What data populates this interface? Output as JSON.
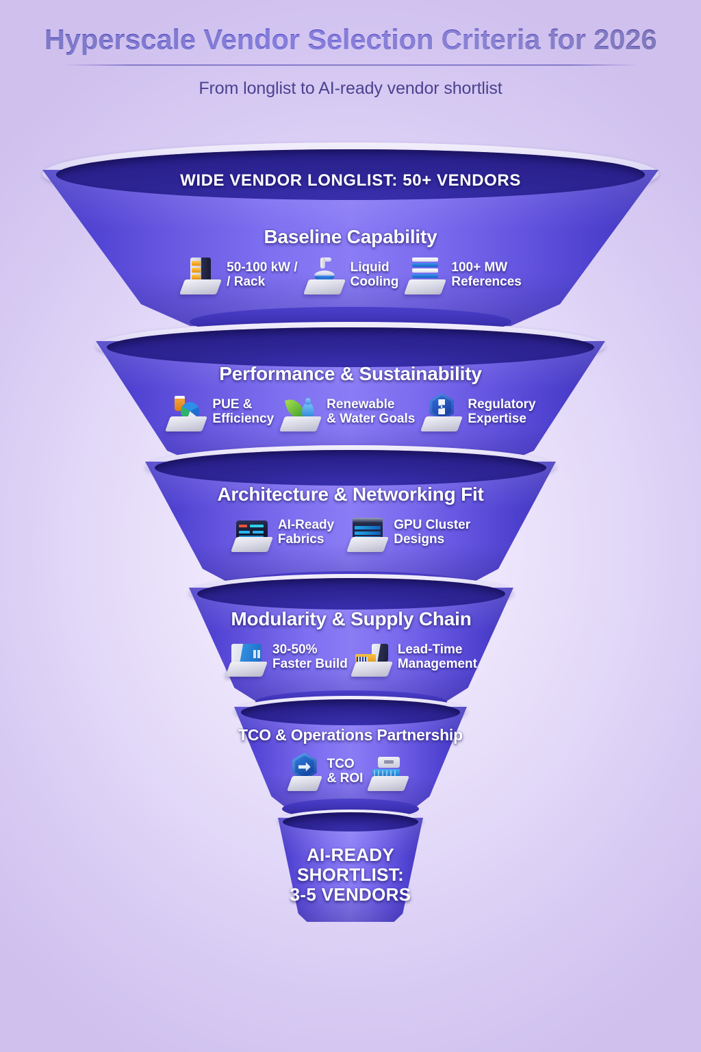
{
  "header": {
    "title": "Hyperscale Vendor Selection Criteria for 2026",
    "subtitle": "From longlist to AI-ready vendor shortlist"
  },
  "chart_data": {
    "type": "funnel",
    "title": "Hyperscale Vendor Selection Criteria for 2026",
    "subtitle": "From longlist to AI-ready vendor shortlist",
    "top_banner": "WIDE VENDOR LONGLIST: 50+ VENDORS",
    "entry_count": "50+",
    "exit_count": "3-5",
    "stages": [
      {
        "stage": 1,
        "label": "Baseline Capability",
        "items": [
          {
            "icon": "server-rack-icon",
            "label": "50-100 kW /\n/ Rack"
          },
          {
            "icon": "liquid-cooling-pump-icon",
            "label": "Liquid\nCooling"
          },
          {
            "icon": "stacked-layers-icon",
            "label": "100+ MW\nReferences"
          }
        ]
      },
      {
        "stage": 2,
        "label": "Performance & Sustainability",
        "items": [
          {
            "icon": "pie-chart-beaker-icon",
            "label": "PUE &\nEfficiency"
          },
          {
            "icon": "leaf-water-droplet-icon",
            "label": "Renewable\n& Water Goals"
          },
          {
            "icon": "shield-badge-icon",
            "label": "Regulatory\nExpertise"
          }
        ]
      },
      {
        "stage": 3,
        "label": "Architecture & Networking Fit",
        "items": [
          {
            "icon": "network-switch-icon",
            "label": "AI-Ready\nFabrics"
          },
          {
            "icon": "gpu-cluster-icon",
            "label": "GPU Cluster\nDesigns"
          }
        ]
      },
      {
        "stage": 4,
        "label": "Modularity & Supply Chain",
        "items": [
          {
            "icon": "modular-container-icon",
            "label": "30-50%\nFaster Build"
          },
          {
            "icon": "freight-crate-icon",
            "label": "Lead-Time\nManagement"
          }
        ]
      },
      {
        "stage": 5,
        "label": "TCO & Operations Partnership",
        "items": [
          {
            "icon": "tco-hexagon-arrow-icon",
            "label": "TCO\n& ROI"
          },
          {
            "icon": "operations-rack-icon",
            "label": ""
          }
        ]
      },
      {
        "stage": 6,
        "label": "AI-READY SHORTLIST:",
        "sub_label": "3-5 VENDORS",
        "items": []
      }
    ],
    "colors": {
      "background": "#d8cdf2",
      "title": "#3b2f8f",
      "subtitle": "#4b4190",
      "funnel_body_light": "#8b7cf5",
      "funnel_body_dark": "#4338c4",
      "funnel_rim_dark": "#2e2596",
      "funnel_lip": "#f3f0fb",
      "stage_text": "#ffffff"
    }
  }
}
